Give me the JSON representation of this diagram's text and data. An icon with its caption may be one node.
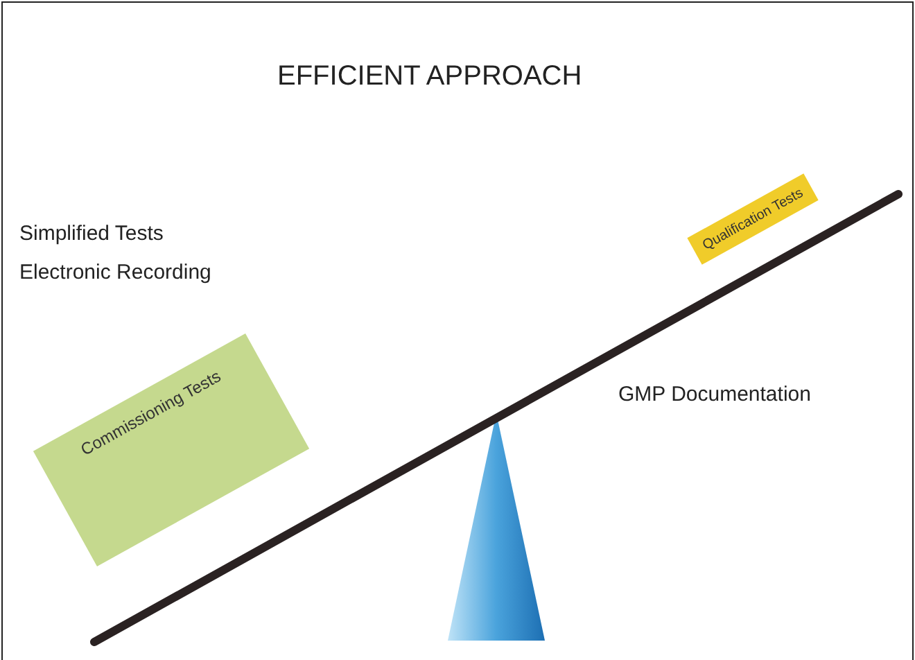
{
  "diagram": {
    "title": "EFFICIENT APPROACH",
    "nodes": [
      {
        "text": [
          "Commissioning Tests"
        ]
      },
      {
        "text": [
          "Qualification Tests"
        ]
      }
    ],
    "labels": [
      "Simplified Tests",
      "Electronic Recording",
      "GMP Documentation"
    ]
  }
}
